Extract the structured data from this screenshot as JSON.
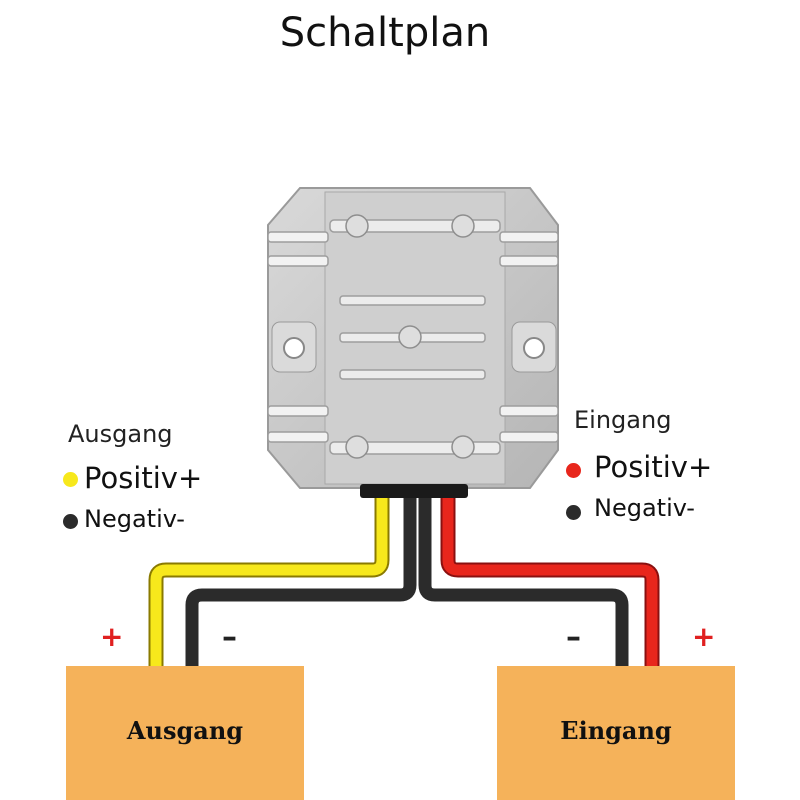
{
  "title": "Schaltplan",
  "output": {
    "heading": "Ausgang",
    "positive": "Positiv+",
    "negative": "Negativ-",
    "box_label": "Ausgang",
    "plus_sign": "+",
    "minus_sign": "–"
  },
  "input": {
    "heading": "Eingang",
    "positive": "Positiv+",
    "negative": "Negativ-",
    "box_label": "Eingang",
    "plus_sign": "+",
    "minus_sign": "–"
  },
  "colors": {
    "wire_yellow": "#f7e81c",
    "wire_black": "#2b2b2b",
    "wire_red": "#e8261c",
    "box_fill": "#f5b25a",
    "sign_red": "#e02020",
    "module_metal": "#c8c8c8"
  }
}
